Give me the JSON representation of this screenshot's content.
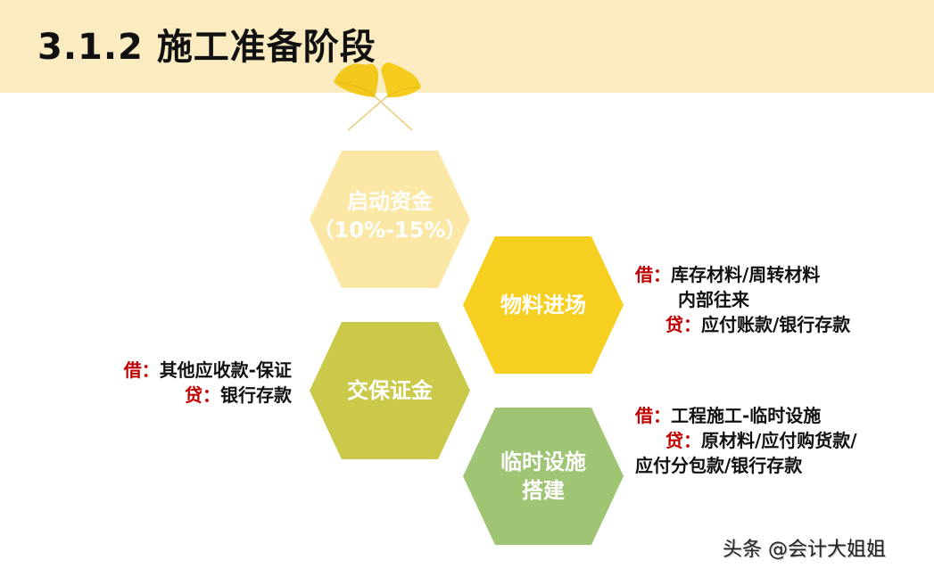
{
  "header": {
    "title": "3.1.2 施工准备阶段",
    "band_color": "#faebc0",
    "decoration": "ginkgo-leaves-icon"
  },
  "hexagons": [
    {
      "id": "startup-funds",
      "lines": [
        "启动资金",
        "（10%-15%）"
      ],
      "color": "#fbe8a6"
    },
    {
      "id": "materials-entry",
      "lines": [
        "物料进场"
      ],
      "color": "#f6cf20"
    },
    {
      "id": "deposit",
      "lines": [
        "交保证金"
      ],
      "color": "#cbc94a"
    },
    {
      "id": "temp-facilities",
      "lines": [
        "临时设施",
        "搭建"
      ],
      "color": "#9fc474"
    }
  ],
  "entries": {
    "materials": {
      "debit_label": "借：",
      "debit_line1": "库存材料/周转材料",
      "debit_line2": "内部往来",
      "credit_label": "贷：",
      "credit_line": "应付账款/银行存款"
    },
    "deposit": {
      "debit_label": "借：",
      "debit_line": "其他应收款-保证",
      "credit_label": "贷：",
      "credit_line": "银行存款"
    },
    "temp_facilities": {
      "debit_label": "借：",
      "debit_line": "工程施工-临时设施",
      "credit_label": "贷：",
      "credit_line1": "原材料/应付购货款/",
      "credit_line2": "应付分包款/银行存款"
    }
  },
  "colors": {
    "label_red": "#c00000",
    "text": "#111111"
  },
  "watermark": "头条 @会计大姐姐"
}
